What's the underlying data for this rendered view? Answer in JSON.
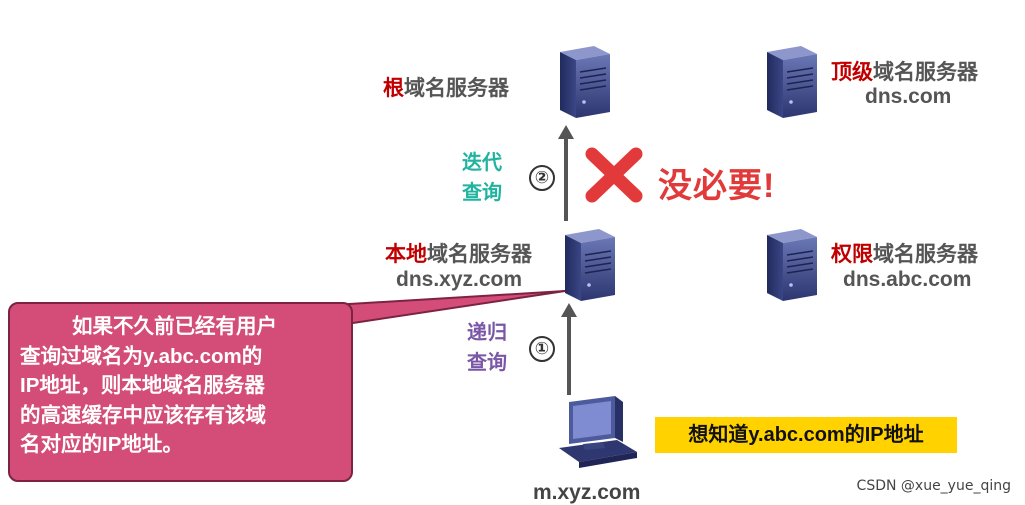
{
  "servers": {
    "root": {
      "accent": "根",
      "rest": "域名服务器"
    },
    "tld": {
      "accent": "顶级",
      "rest": "域名服务器",
      "dns": "dns.com"
    },
    "local": {
      "accent": "本地",
      "rest": "域名服务器",
      "dns": "dns.xyz.com"
    },
    "auth": {
      "accent": "权限",
      "rest": "域名服务器",
      "dns": "dns.abc.com"
    }
  },
  "client": {
    "host": "m.xyz.com"
  },
  "steps": [
    {
      "number": "②",
      "line1": "迭代",
      "line2": "查询",
      "color": "#1fb3a0"
    },
    {
      "number": "①",
      "line1": "递归",
      "line2": "查询",
      "color": "#7a56a6"
    }
  ],
  "unnecessary_text": "没必要!",
  "callout": {
    "lines": [
      "如果不久前已经有用户",
      "查询过域名为y.abc.com的",
      "IP地址，则本地域名服务器",
      "的高速缓存中应该存有该域",
      "名对应的IP地址。"
    ]
  },
  "tip": "想知道y.abc.com的IP地址",
  "watermark": "CSDN @xue_yue_qing",
  "colors": {
    "accent": "#c00000",
    "callout_bg": "#d44d78",
    "tip_bg": "#ffd200",
    "cross": "#e23a3a"
  }
}
